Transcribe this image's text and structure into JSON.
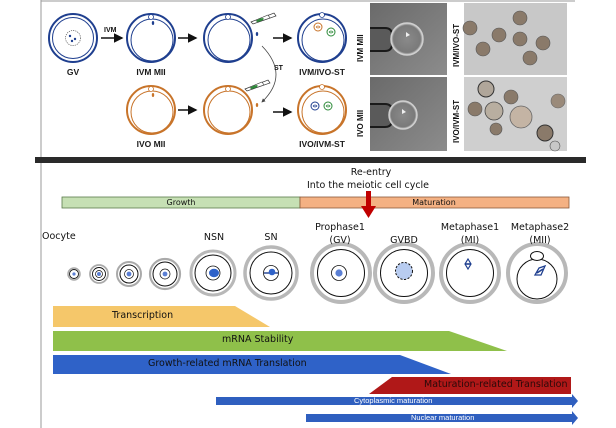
{
  "top_panel": {
    "labels": {
      "gv": "GV",
      "ivm_arrow": "IVM",
      "ivm_mii": "IVM MII",
      "ivm_ivo_st": "IVM/IVO-ST",
      "ivo_mii": "IVO MII",
      "ivo_ivm_st": "IVO/IVM-ST",
      "st": "ST"
    },
    "photo_labels": {
      "ivm_mii_photo": "IVM MII",
      "ivo_mii_photo": "IVO MII",
      "ivm_ivo_st_photo": "IVM/IVO-ST",
      "ivo_ivm_st_photo": "IVO/IVM-ST"
    },
    "colors": {
      "ivm_blue": "#1f3f8f",
      "ivo_orange": "#c8742a",
      "green_nucleus": "#2e8b3a"
    }
  },
  "bottom_panel": {
    "reentry_label_1": "Re-entry",
    "reentry_label_2": "Into the meiotic cell cycle",
    "phase_bars": {
      "growth": "Growth",
      "maturation": "Maturation"
    },
    "stages": {
      "oocyte": "Oocyte",
      "nsn": "NSN",
      "sn": "SN",
      "prophase1": "Prophase1",
      "prophase1_sub": "(GV)",
      "gvbd": "GVBD",
      "metaphase1": "Metaphase1",
      "metaphase1_sub": "(MI)",
      "metaphase2": "Metaphase2",
      "metaphase2_sub": "(MII)"
    },
    "process_bars": {
      "transcription": "Transcription",
      "mrna_stability": "mRNA Stability",
      "growth_translation": "Growth-related mRNA Translation",
      "maturation_translation": "Maturation-related Translation",
      "cytoplasmic_maturation": "Cytoplasmic maturation",
      "nuclear_maturation": "Nuclear maturation"
    },
    "colors": {
      "growth_fill": "#c6e0b4",
      "maturation_fill": "#f4b183",
      "transcription": "#f5c76a",
      "mrna_stability": "#8fc04a",
      "growth_translation": "#2f62c8",
      "maturation_translation": "#b01818",
      "maturation_arrows": "#2f5fbf",
      "reentry_arrow": "#c00000"
    }
  }
}
